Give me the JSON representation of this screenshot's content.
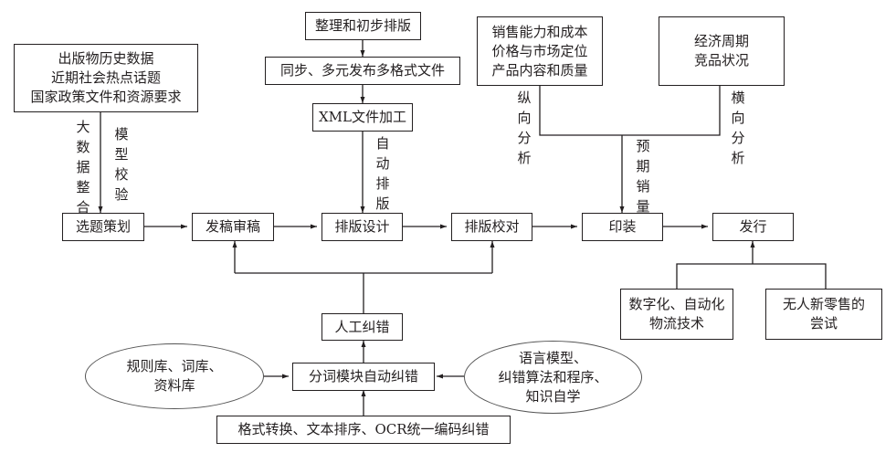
{
  "diagram": {
    "nodes": {
      "data_sources": "出版物历史数据\n近期社会热点话题\n国家政策文件和资源要求",
      "topic_planning": "选题策划",
      "submission_review": "发稿审稿",
      "layout_design": "排版设计",
      "layout_proof": "排版校对",
      "printing": "印装",
      "distribution": "发行",
      "initial_layout": "整理和初步排版",
      "multi_format": "同步、多元发布多格式文件",
      "xml_processing": "XML文件加工",
      "sales_factors": "销售能力和成本\n价格与市场定位\n产品内容和质量",
      "economic_factors": "经济周期\n竞品状况",
      "logistics": "数字化、自动化\n物流技术",
      "retail": "无人新零售的\n尝试",
      "manual_correction": "人工纠错",
      "auto_correction": "分词模块自动纠错",
      "preprocess": "格式转换、文本排序、OCR统一编码纠错",
      "rule_library": "规则库、词库、\n资料库",
      "language_model": "语言模型、\n纠错算法和程序、\n知识自学"
    },
    "edge_labels": {
      "big_data": "大数据整合",
      "model_check": "模型校验",
      "auto_layout": "自动排版",
      "vertical_analysis": "纵向分析",
      "horizontal_analysis": "横向分析",
      "expected_sales": "预期销量"
    },
    "colors": {
      "line": "#231f20",
      "background": "#ffffff"
    }
  }
}
